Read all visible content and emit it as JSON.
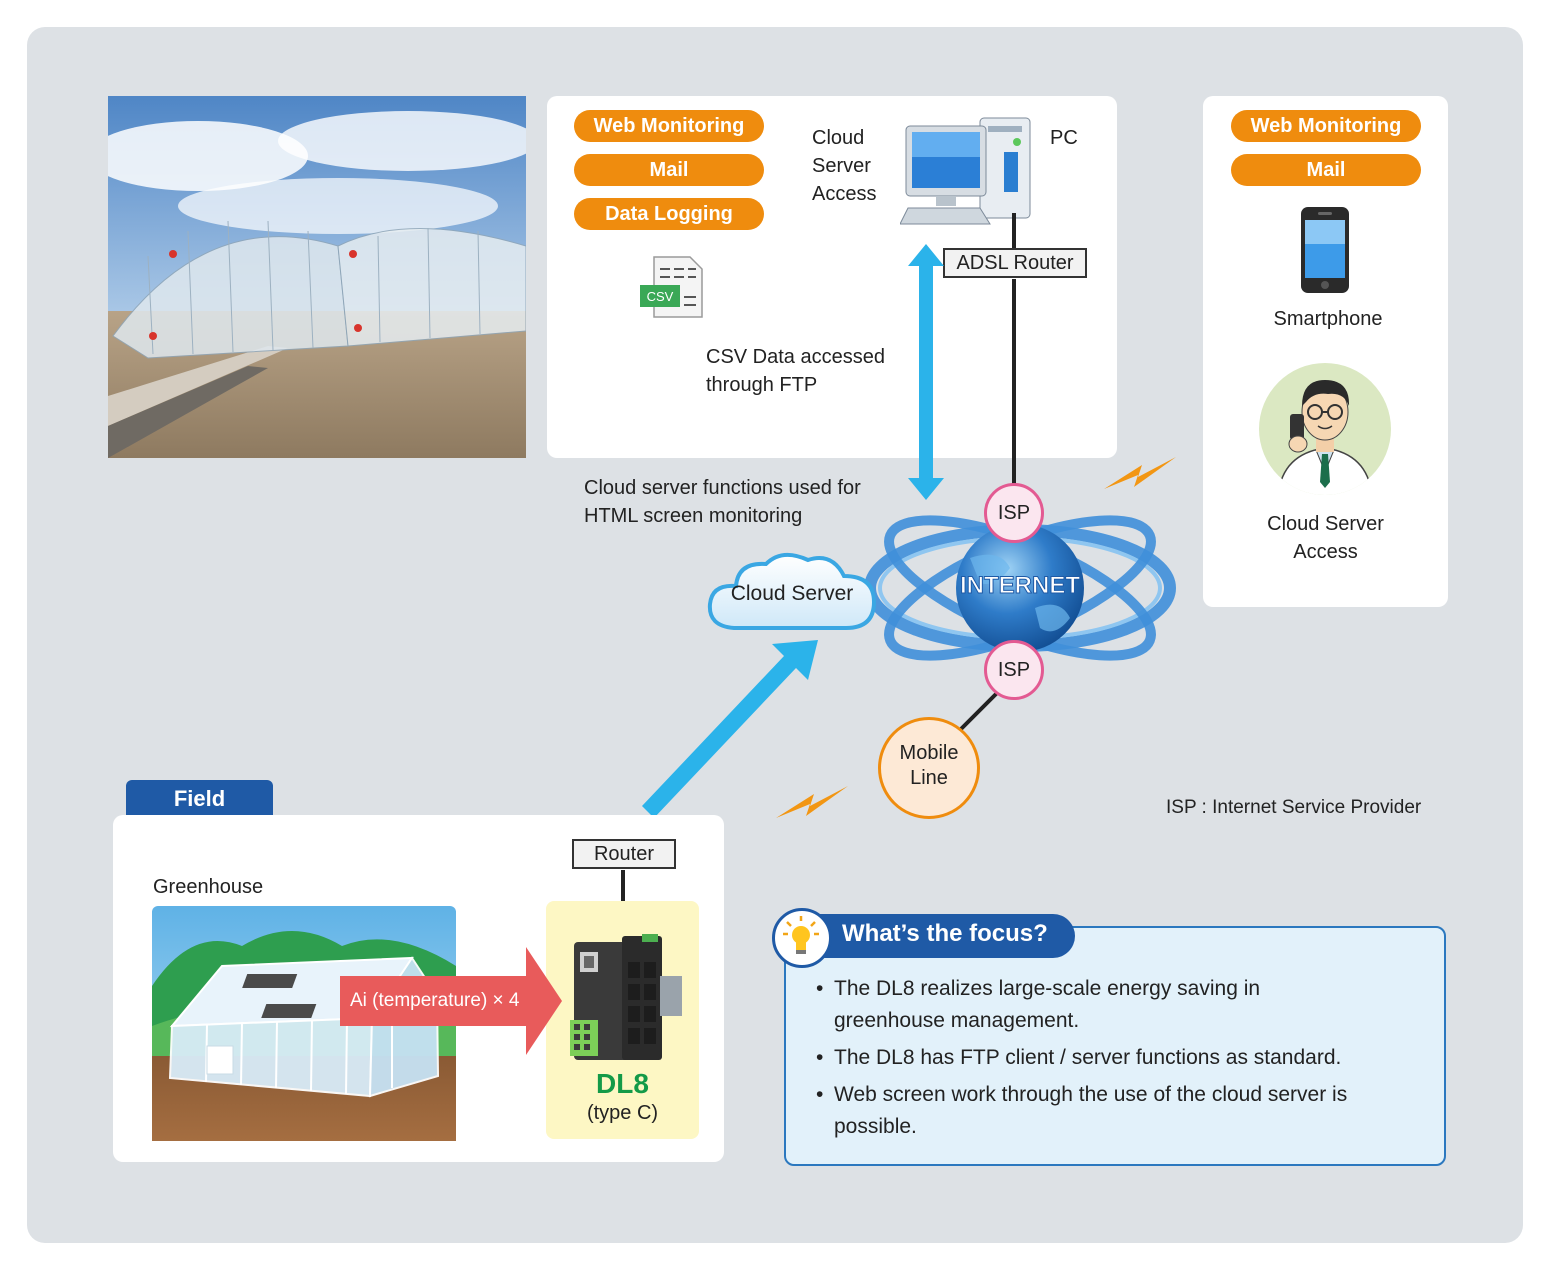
{
  "left_panel": {
    "pills": [
      "Web Monitoring",
      "Mail",
      "Data Logging"
    ],
    "cloud_server_access": [
      "Cloud",
      "Server",
      "Access"
    ],
    "pc_label": "PC",
    "csv_icon_label": "CSV",
    "adsl_router": "ADSL Router",
    "csv_note": [
      "CSV Data accessed",
      "through FTP"
    ]
  },
  "right_panel": {
    "pills": [
      "Web Monitoring",
      "Mail"
    ],
    "smartphone_label": "Smartphone",
    "cloud_server_access": [
      "Cloud Server",
      "Access"
    ]
  },
  "network": {
    "cloud_functions_note": [
      "Cloud server functions used for",
      "HTML screen monitoring"
    ],
    "cloud_server_label": "Cloud Server",
    "internet_label": "INTERNET",
    "isp_top": "ISP",
    "isp_bottom": "ISP",
    "mobile_line": [
      "Mobile",
      "Line"
    ],
    "isp_legend": "ISP : Internet Service Provider"
  },
  "field": {
    "tab_label": "Field",
    "router_label": "Router",
    "greenhouse_label": "Greenhouse",
    "signal_label": "Ai (temperature) × 4",
    "device_name": "DL8",
    "device_type": "(type C)"
  },
  "focus": {
    "title": "What’s the focus?",
    "bullets": [
      [
        "The DL8 realizes large-scale energy saving in",
        "greenhouse management."
      ],
      [
        "The DL8 has FTP client / server functions as standard."
      ],
      [
        "Web screen work through the use of the cloud server is",
        "possible."
      ]
    ]
  },
  "colors": {
    "orange": "#ef8c0e",
    "arrow_blue": "#2bb3ea",
    "field_blue": "#1f5aa6",
    "pink": "#e35a92",
    "signal_red": "#e85b5b"
  }
}
